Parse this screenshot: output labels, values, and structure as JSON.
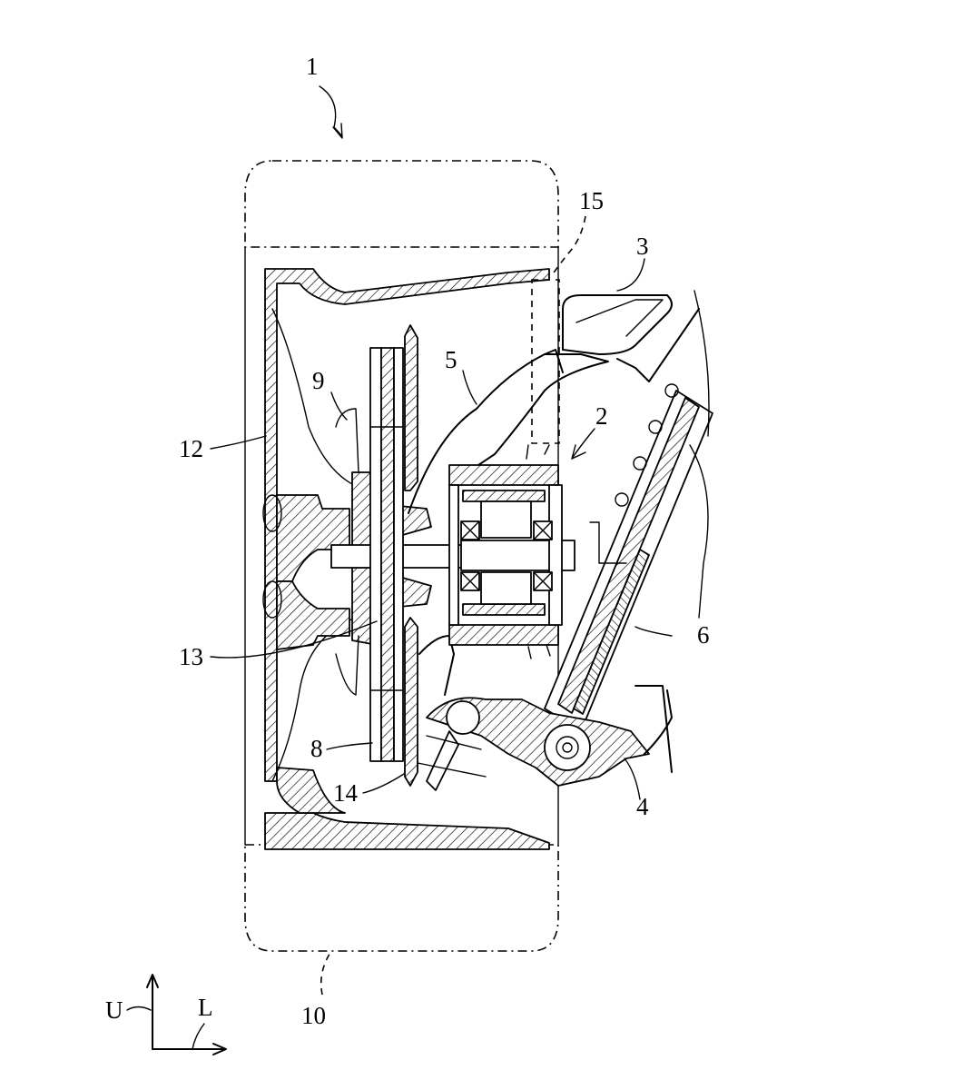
{
  "figure": {
    "labels": {
      "wheel_assembly": "1",
      "motor": "2",
      "upper_arm": "3",
      "lower_arm": "4",
      "knuckle": "5",
      "shock_absorber": "6",
      "brake_disc": "8",
      "brake_caliper": "9",
      "tire": "10",
      "rim": "12",
      "hub": "13",
      "dust_cover": "14",
      "virtual_region": "15"
    },
    "axes": {
      "up": "U",
      "left": "L"
    }
  }
}
